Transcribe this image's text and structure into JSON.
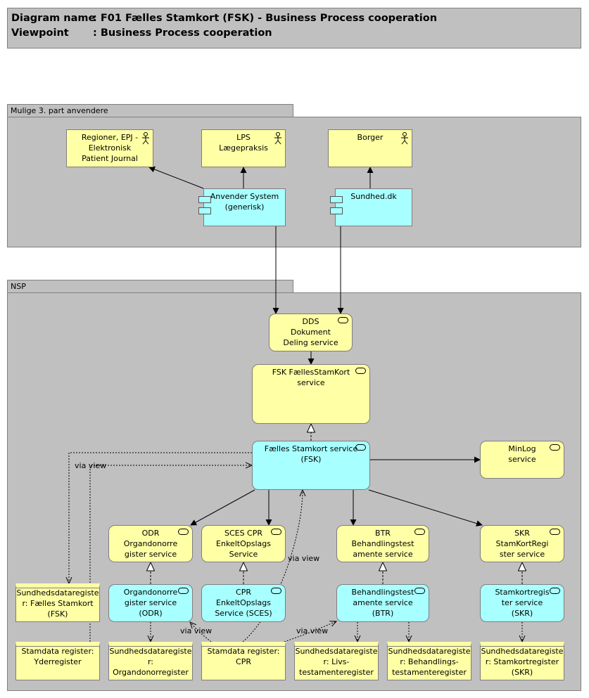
{
  "header": {
    "diagram_name_key": "Diagram name",
    "diagram_name_value": ": F01 Fælles Stamkort (FSK) - Business Process cooperation",
    "viewpoint_key": "Viewpoint",
    "viewpoint_value": ": Business Process cooperation"
  },
  "groups": {
    "top": "Mulige 3. part anvendere",
    "nsp": "NSP"
  },
  "actors": {
    "regioner": [
      "Regioner, EPJ -",
      "Elektronisk",
      "Patient Journal"
    ],
    "lps": [
      "LPS",
      "Lægepraksis"
    ],
    "borger": [
      "Borger"
    ]
  },
  "components": {
    "anvender": [
      "Anvender System",
      "(generisk)"
    ],
    "sundhed": [
      "Sundhed.dk"
    ]
  },
  "services": {
    "dds": [
      "DDS",
      "Dokument",
      "Deling service"
    ],
    "fsk_service": [
      "FSK FællesStamKort",
      "service"
    ],
    "faelles": [
      "Fælles Stamkort service",
      "(FSK)"
    ],
    "minlog": [
      "MinLog",
      "service"
    ],
    "odr": [
      "ODR",
      "Organdonorre",
      "gister service"
    ],
    "sces": [
      "SCES CPR",
      "EnkeltOpslags",
      "Service"
    ],
    "btr": [
      "BTR",
      "Behandlingstest",
      "amente service"
    ],
    "skr": [
      "SKR",
      "StamKortRegi",
      "ster service"
    ],
    "odr_app": [
      "Organdonorre",
      "gister service",
      "(ODR)"
    ],
    "cpr_app": [
      "CPR",
      "EnkeltOpslags",
      "Service (SCES)"
    ],
    "btr_app": [
      "Behandlingstest",
      "amente service",
      "(BTR)"
    ],
    "skr_app": [
      "Stamkortregis",
      "ter service",
      "(SKR)"
    ]
  },
  "data_objects": {
    "fsk_reg": [
      "Sundhedsdataregiste",
      "r: Fælles Stamkort",
      "(FSK)"
    ],
    "yder": [
      "Stamdata register:",
      "Yderregister"
    ],
    "organ_reg": [
      "Sundhedsdataregiste",
      "r:",
      "Organdonorregister"
    ],
    "cpr_reg": [
      "Stamdata register:",
      "CPR"
    ],
    "livs": [
      "Sundhedsdataregiste",
      "r: Livs-",
      "testamenteregister"
    ],
    "beh": [
      "Sundhedsdataregiste",
      "r: Behandlings-",
      "testamenteregister"
    ],
    "stamkort_reg": [
      "Sundhedsdataregiste",
      "r: Stamkortregister",
      "(SKR)"
    ]
  },
  "edge_labels": {
    "via_view_1": "via view",
    "via_view_2": "via view",
    "via_view_3": "via view",
    "via_view_4": "via view"
  },
  "colors": {
    "business": "#ffffa5",
    "application": "#a8ffff",
    "group": "#c0c0c0"
  }
}
